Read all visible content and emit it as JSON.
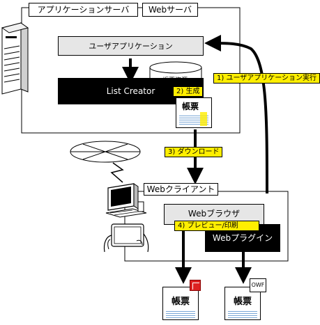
{
  "server": {
    "app_server_label": "アプリケーションサーバ",
    "web_server_label": "Webサーバ",
    "user_app_label": "ユーザアプリケーション",
    "list_creator_label": "List Creator",
    "resource_label": "帳票資源"
  },
  "steps": {
    "step1": "1) ユーザアプリケーション実行",
    "step2": "2) 生成",
    "step3": "3) ダウンロード",
    "step4": "4) プレビュー/印刷"
  },
  "client": {
    "web_client_label": "Webクライアント",
    "web_browser_label": "Webブラウザ",
    "web_plugin_label": "Webプラグイン"
  },
  "documents": {
    "report_label": "帳票",
    "owf_label": "OWF"
  },
  "colors": {
    "highlight": "#ffee00",
    "panel_gray": "#e6e6e6",
    "dark": "#000000"
  }
}
